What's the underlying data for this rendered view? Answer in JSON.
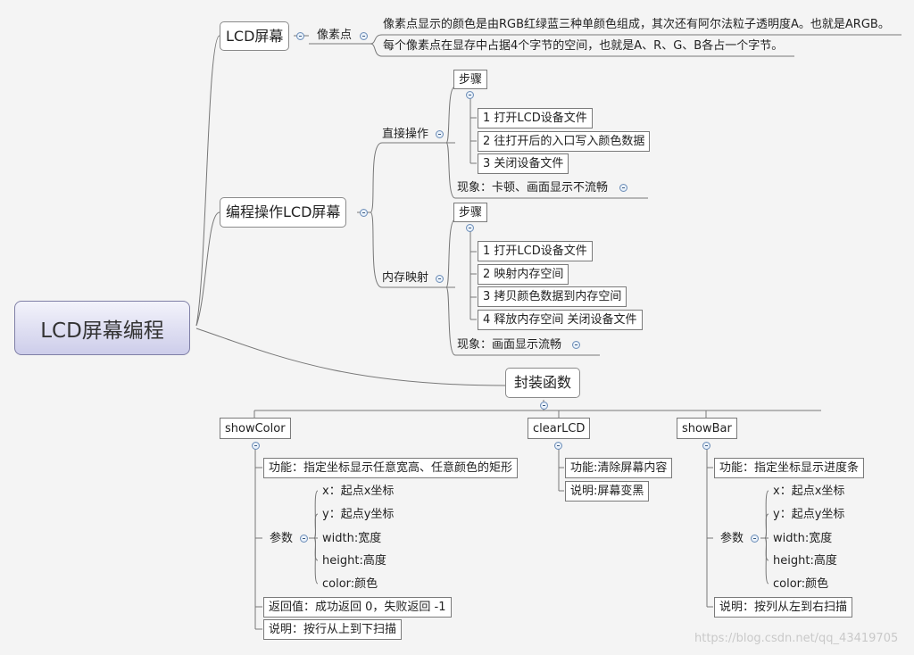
{
  "root": {
    "title": "LCD屏幕编程"
  },
  "lcd_screen": {
    "title": "LCD屏幕",
    "pixel_label": "像素点",
    "pixel_notes": [
      "像素点显示的颜色是由RGB红绿蓝三种单颜色组成，其次还有阿尔法粒子透明度A。也就是ARGB。",
      "每个像素点在显存中占据4个字节的空间，也就是A、R、G、B各占一个字节。"
    ]
  },
  "programming": {
    "title": "编程操作LCD屏幕",
    "direct": {
      "label": "直接操作",
      "steps_title": "步骤",
      "steps": [
        "1 打开LCD设备文件",
        "2 往打开后的入口写入颜色数据",
        "3 关闭设备文件"
      ],
      "phenomenon": "现象：卡顿、画面显示不流畅"
    },
    "mmap": {
      "label": "内存映射",
      "steps_title": "步骤",
      "steps": [
        "1 打开LCD设备文件",
        "2 映射内存空间",
        "3 拷贝颜色数据到内存空间",
        "4 释放内存空间 关闭设备文件"
      ],
      "phenomenon": "现象：画面显示流畅"
    }
  },
  "wrapper": {
    "title": "封装函数",
    "show_color": {
      "name": "showColor",
      "function": "功能：指定坐标显示任意宽高、任意颜色的矩形",
      "params_label": "参数",
      "params": [
        "x：起点x坐标",
        "y：起点y坐标",
        "width:宽度",
        "height:高度",
        "color:颜色"
      ],
      "return": "返回值：成功返回 0，失败返回 -1",
      "note": "说明：按行从上到下扫描"
    },
    "clear_lcd": {
      "name": "clearLCD",
      "function": "功能:清除屏幕内容",
      "note": "说明:屏幕变黑"
    },
    "show_bar": {
      "name": "showBar",
      "function": "功能：指定坐标显示进度条",
      "params_label": "参数",
      "params": [
        "x：起点x坐标",
        "y：起点y坐标",
        "width:宽度",
        "height:高度",
        "color:颜色"
      ],
      "note": "说明：按列从左到右扫描"
    }
  },
  "watermark": "https://blog.csdn.net/qq_43419705"
}
